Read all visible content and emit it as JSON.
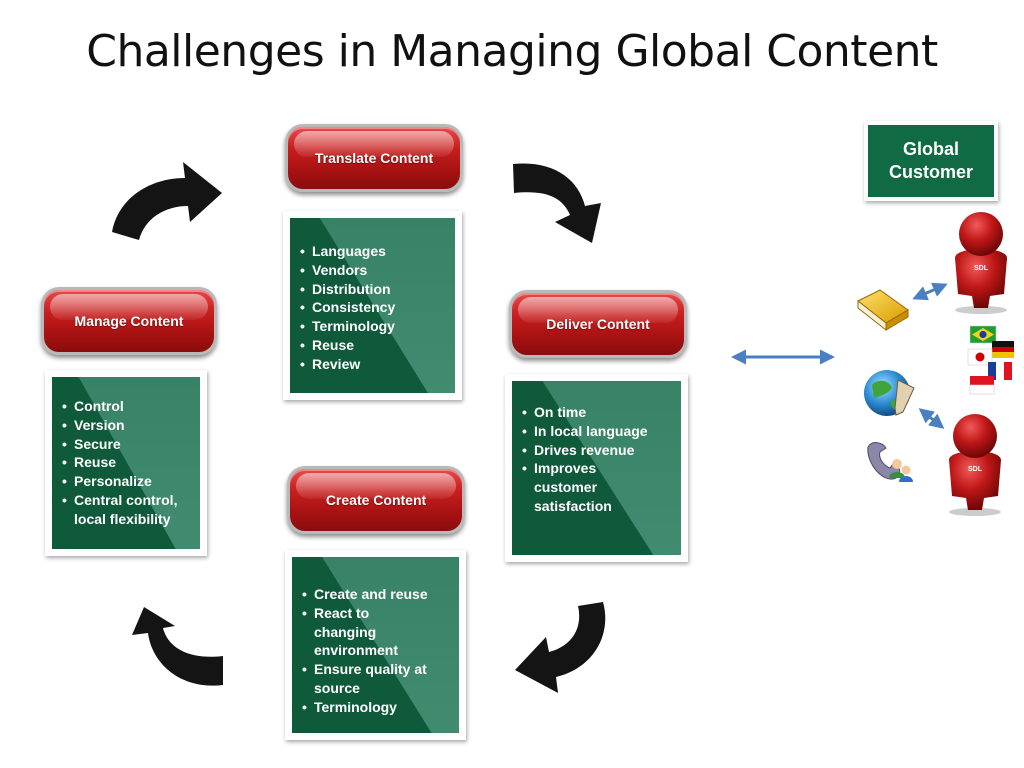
{
  "title": "Challenges in Managing Global Content",
  "stages": {
    "translate": {
      "label": "Translate Content",
      "items": [
        "Languages",
        "Vendors",
        "Distribution",
        "Consistency",
        "Terminology",
        "Reuse",
        "Review"
      ]
    },
    "deliver": {
      "label": "Deliver Content",
      "items": [
        "On time",
        "In local language",
        "Drives revenue",
        "Improves customer satisfaction"
      ]
    },
    "create": {
      "label": "Create Content",
      "items": [
        "Create and reuse",
        "React to changing environment",
        "Ensure quality at source",
        "Terminology"
      ]
    },
    "manage": {
      "label": "Manage Content",
      "items": [
        "Control",
        "Version",
        "Secure",
        "Reuse",
        "Personalize",
        "Central control, local flexibility"
      ]
    }
  },
  "global_customer": {
    "label_line1": "Global",
    "label_line2": "Customer"
  },
  "figure_badge": "SDL",
  "colors": {
    "pill_red": "#c81e1e",
    "panel_green": "#0f5a3a",
    "arrow_black": "#111111",
    "connector_blue": "#4a7fc1"
  },
  "icons": [
    "curved-arrow-icon",
    "person-figure-icon",
    "book-icon",
    "globe-pen-icon",
    "phone-people-icon",
    "flag-icon"
  ]
}
